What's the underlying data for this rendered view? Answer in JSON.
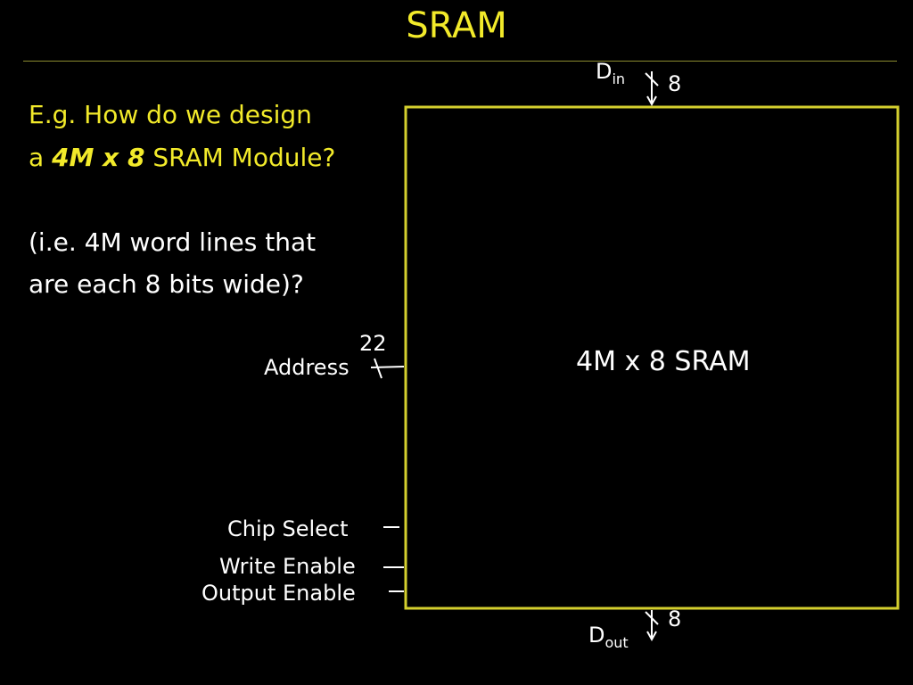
{
  "title": "SRAM",
  "question": {
    "line1": "E.g. How do we design",
    "line2_prefix": "a ",
    "line2_emph": "4M x 8",
    "line2_suffix": " SRAM Module?",
    "line3": "(i.e. 4M word lines that",
    "line4": "are each 8 bits wide)?"
  },
  "diagram": {
    "block_label": "4M x 8 SRAM",
    "din": {
      "label": "D",
      "sub": "in",
      "width": "8"
    },
    "dout": {
      "label": "D",
      "sub": "out",
      "width": "8"
    },
    "address": {
      "label": "Address",
      "width": "22"
    },
    "chip_select": "Chip Select",
    "write_enable": "Write Enable",
    "output_enable": "Output Enable",
    "colors": {
      "block": "#d4cf2e",
      "text_accent": "#f2ea2a",
      "wire": "#ffffff"
    }
  }
}
